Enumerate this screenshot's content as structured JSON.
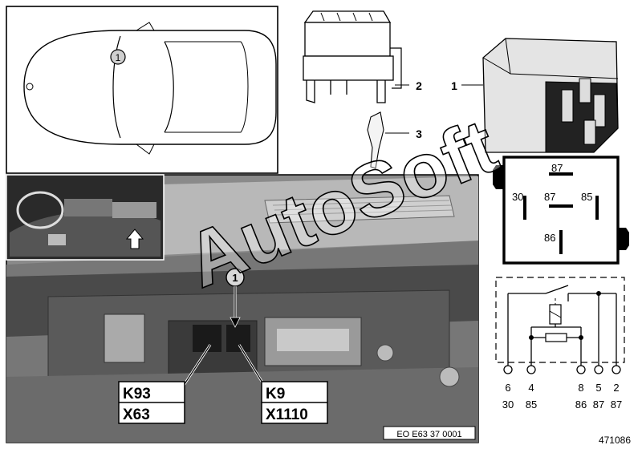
{
  "car_callout": "1",
  "photo_callout": "1",
  "parts": [
    {
      "number": "2"
    },
    {
      "number": "3"
    },
    {
      "number": "1"
    }
  ],
  "socket_pins": [
    "87",
    "30",
    "87",
    "85",
    "86"
  ],
  "left_connector": {
    "top": "K93",
    "bottom": "X63"
  },
  "right_connector": {
    "top": "K9",
    "bottom": "X1110"
  },
  "schematic_pins": [
    {
      "top": "6",
      "bottom": "30"
    },
    {
      "top": "4",
      "bottom": "85"
    },
    {
      "top": "8",
      "bottom": "86"
    },
    {
      "top": "5",
      "bottom": "87"
    },
    {
      "top": "2",
      "bottom": "87"
    }
  ],
  "watermark": "AutoSoft",
  "diagram_code": "EO E63 37 0001",
  "drawing_number": "471086"
}
